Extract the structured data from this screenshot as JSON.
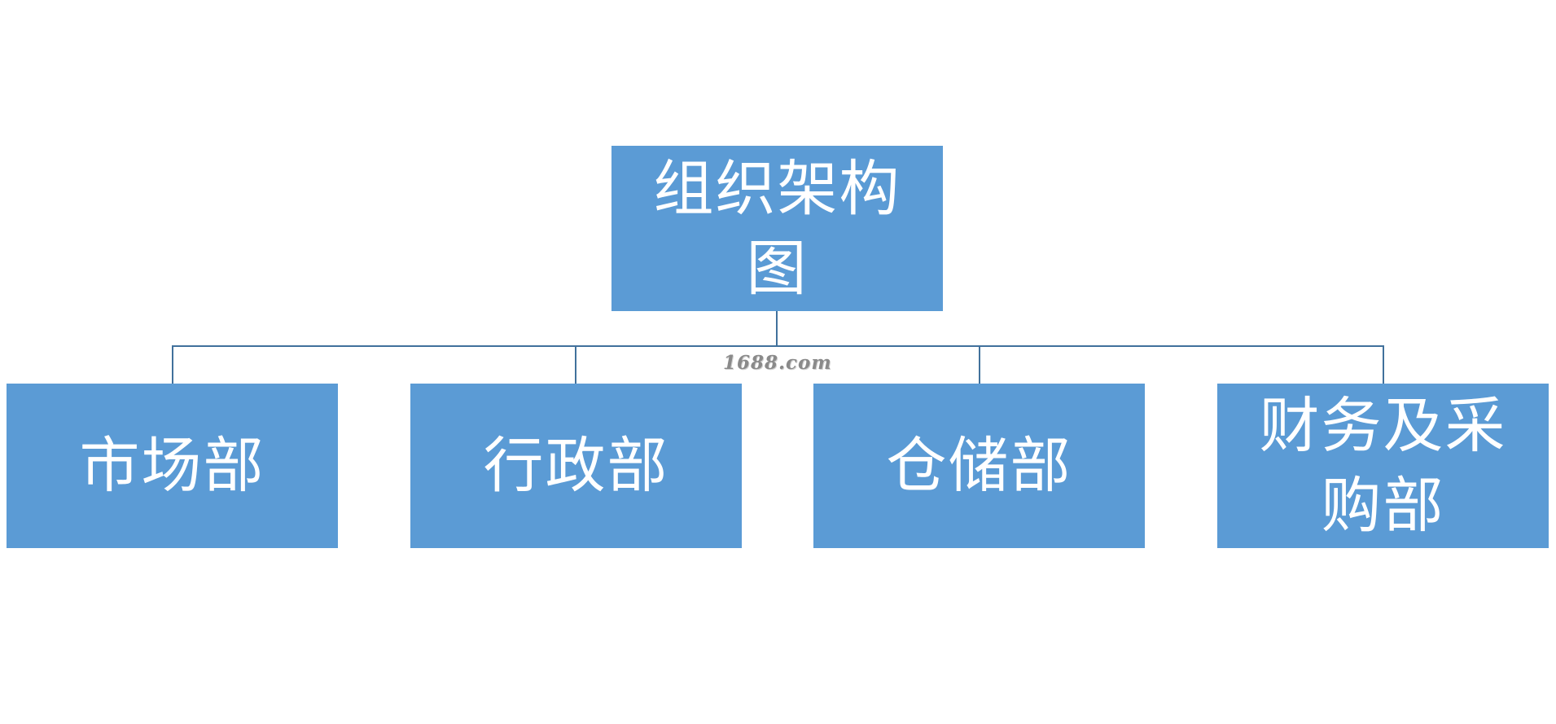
{
  "diagram": {
    "root": {
      "label": "组织架构图"
    },
    "children": [
      {
        "label": "市场部"
      },
      {
        "label": "行政部"
      },
      {
        "label": "仓储部"
      },
      {
        "label": "财务及采购部"
      }
    ],
    "watermark": "1688.com",
    "colors": {
      "box_fill": "#5b9bd5",
      "box_text": "#ffffff",
      "connector": "#41719c",
      "background": "#ffffff"
    }
  }
}
